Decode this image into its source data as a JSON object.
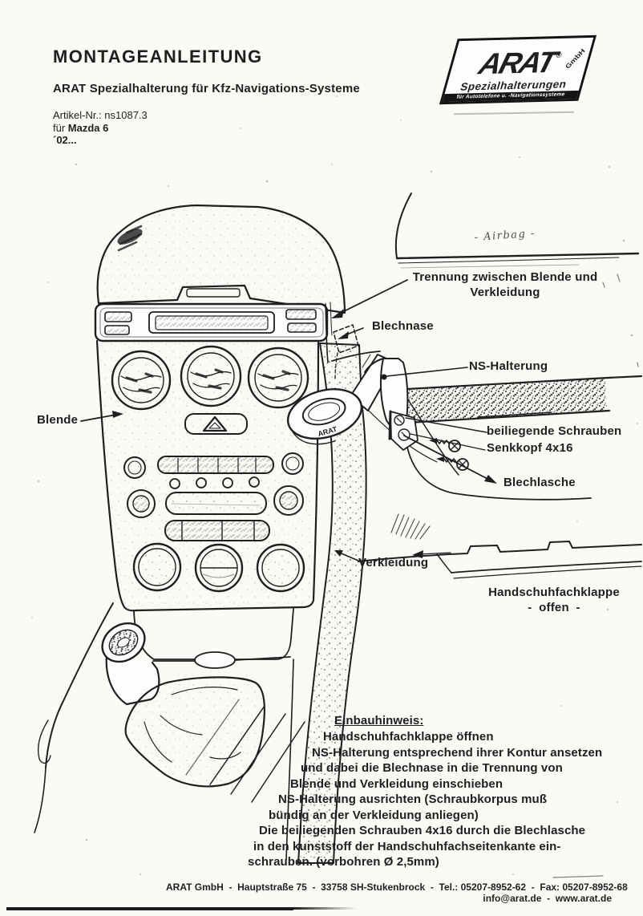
{
  "header": {
    "title": "MONTAGEANLEITUNG",
    "subtitle": "ARAT Spezialhalterung für Kfz-Navigations-Systeme",
    "article_no": "Artikel-Nr.: ns1087.3",
    "for_prefix": "für ",
    "vehicle": "Mazda 6",
    "model_year": "´02..."
  },
  "logo": {
    "brand": "ARAT",
    "registered": "®",
    "gmbh": "GmbH",
    "tagline": "Spezialhalterungen",
    "subline": "für Autotelefone u. -Navigationssysteme"
  },
  "diagram": {
    "handwritten_note": "- Airbag -",
    "ring_text": "ARAT",
    "labels": {
      "trennung_1": "Trennung zwischen Blende und",
      "trennung_2": "Verkleidung",
      "blechnase": "Blechnase",
      "ns_halterung": "NS-Halterung",
      "schrauben_1": "beiliegende Schrauben",
      "schrauben_2": "Senkkopf 4x16",
      "blechlasche": "Blechlasche",
      "blende": "Blende",
      "verkleidung": "Verkleidung",
      "handschuhfach_1": "Handschuhfachklappe",
      "handschuhfach_2": "-  offen  -"
    }
  },
  "instructions": {
    "heading": "Einbauhinweis:",
    "lines": [
      "Handschuhfachklappe öffnen",
      "NS-Halterung entsprechend ihrer Kontur ansetzen",
      "und dabei die Blechnase in die Trennung von",
      "Blende und Verkleidung einschieben",
      "NS-Halterung ausrichten (Schraubkorpus muß",
      "bündig an der Verkleidung anliegen)",
      "Die beiliegenden Schrauben 4x16 durch die Blechlasche",
      "in den kunststoff der Handschuhfachseitenkante ein-",
      "schrauben. (vorbohren Ø 2,5mm)"
    ]
  },
  "footer": {
    "line1": "ARAT GmbH  -  Hauptstraße 75  -  33758 SH-Stukenbrock  -  Tel.: 05207-8952-62  -  Fax: 05207-8952-68",
    "line2": "info@arat.de  -  www.arat.de"
  },
  "colors": {
    "ink": "#1f1f1f",
    "paper": "#fbfaf7"
  }
}
